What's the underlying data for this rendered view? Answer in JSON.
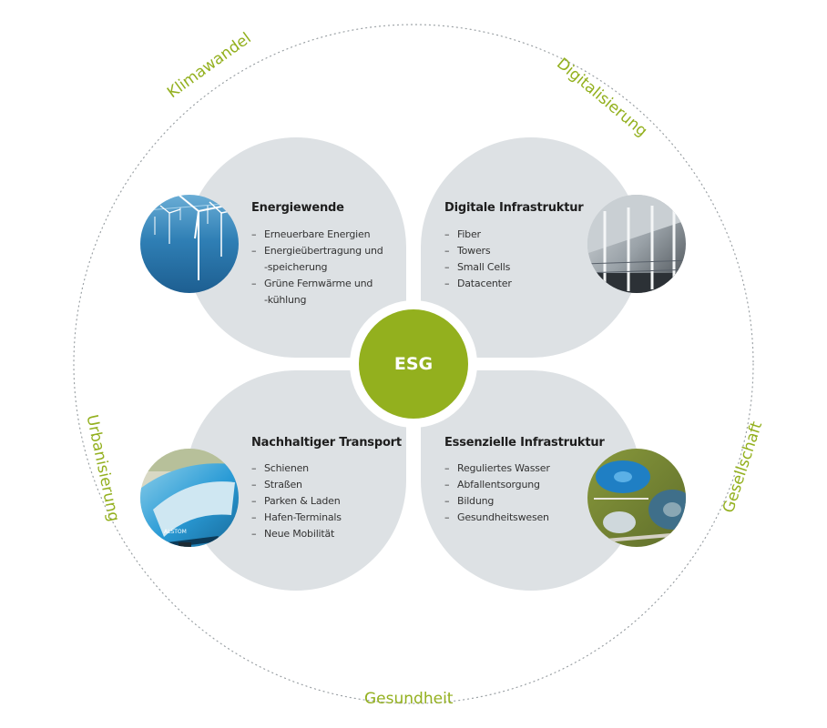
{
  "center": {
    "label": "ESG"
  },
  "outer_ring": {
    "labels": [
      "Klimawandel",
      "Digitalisierung",
      "Gesellschaft",
      "Gesundheit",
      "Urbanisierung"
    ]
  },
  "quadrants": [
    {
      "title": "Energiewende",
      "items": [
        "Erneuerbare Energien",
        "Energieübertragung und",
        "-speicherung",
        "Grüne Fernwärme und",
        "-kühlung"
      ],
      "photo": "offshore-wind-turbines"
    },
    {
      "title": "Digitale Infrastruktur",
      "items": [
        "Fiber",
        "Towers",
        "Small Cells",
        "Datacenter"
      ],
      "photo": "datacenter-server-hall"
    },
    {
      "title": "Nachhaltiger Transport",
      "items": [
        "Schienen",
        "Straßen",
        "Parken & Laden",
        "Hafen-Terminals",
        "Neue Mobilität"
      ],
      "photo": "electric-train"
    },
    {
      "title": "Essenzielle Infrastruktur",
      "items": [
        "Reguliertes Wasser",
        "Abfallentsorgung",
        "Bildung",
        "Gesundheitswesen"
      ],
      "photo": "water-treatment-plant"
    }
  ],
  "colors": {
    "accent": "#93b01e",
    "petal": "#dde1e4",
    "ring": "#9aa0a4",
    "text": "#1e1e1e"
  }
}
